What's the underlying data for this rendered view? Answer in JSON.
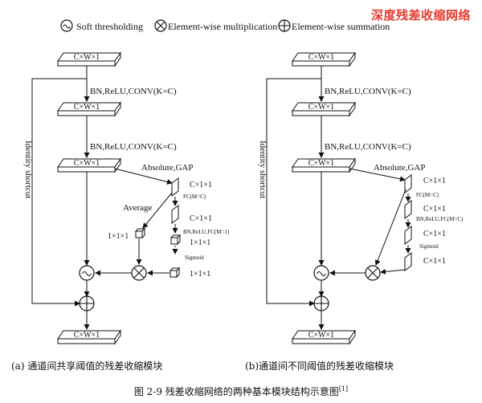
{
  "watermark": "深度残差收缩网络",
  "legend": {
    "soft_thresholding": "Soft thresholding",
    "element_multiplication": "Element-wise multiplication",
    "element_summation": "Element-wise summation"
  },
  "labels": {
    "block_cwh": "C×W×1",
    "bn_relu_conv": "BN,ReLU,CONV(K=C)",
    "identity_shortcut": "Identity shortcut",
    "absolute_gap": "Absolute,GAP",
    "c11": "C×1×1",
    "fc_m_c": "FC(M=C)",
    "average": "Average",
    "one11": "1×1×1",
    "bn_relu_fc_m1": "BN,ReLU,FC(M=1)",
    "sigmoid": "Sigmoid",
    "bn_relu_fc_mc": "BN,ReLU,FC(M=C)"
  },
  "captions": {
    "sub_a": "(a) 通道间共享阈值的残差收缩模块",
    "sub_b": "(b)通道间不同阈值的残差收缩模块",
    "figure": "图 2-9 残差收缩网络的两种基本模块结构示意图",
    "footnote": "[1]"
  }
}
